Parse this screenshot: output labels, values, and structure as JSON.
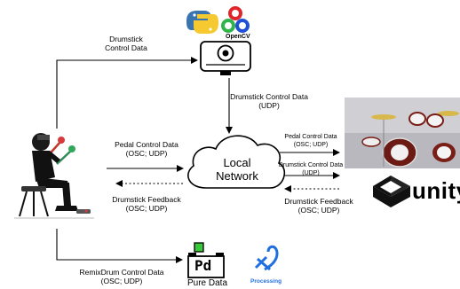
{
  "labels": {
    "drumstick_control_top": [
      "Drumstick",
      "Control Data"
    ],
    "drumstick_control_udp": [
      "Drumstick Control Data",
      "(UDP)"
    ],
    "pedal_control_left": [
      "Pedal Control Data",
      "(OSC; UDP)"
    ],
    "drumstick_feedback_left": [
      "Drumstick Feedback",
      "(OSC; UDP)"
    ],
    "pedal_control_right": [
      "Pedal Control Data",
      "(OSC; UDP)"
    ],
    "drumstick_control_right": [
      "Drumstick Control Data",
      "(UDP)"
    ],
    "drumstick_feedback_right": [
      "Drumstick Feedback",
      "(OSC; UDP)"
    ],
    "remixdrum_control": [
      "RemixDrum Control Data",
      "(OSC; UDP)"
    ]
  },
  "cloud": [
    "Local",
    "Network"
  ],
  "logos": {
    "opencv": "OpenCV",
    "unity": "unity",
    "pure_data": "Pure Data",
    "pd": "Pd",
    "processing": "Processing"
  },
  "colors": {
    "processing_blue": "#1f6fe0",
    "unity_black": "#111111",
    "python_blue": "#3a74b0",
    "python_yellow": "#f5c92f",
    "pd_green": "#3cc83c"
  }
}
